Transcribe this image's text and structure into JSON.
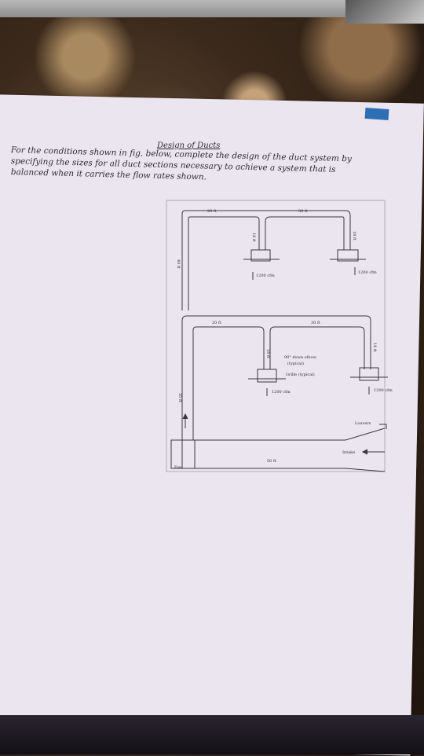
{
  "document": {
    "title": "Design of Ducts",
    "paragraph": [
      "For the conditions shown in fig. below, complete the design of the duct system by",
      "specifying the sizes for all duct sections necessary to achieve a system that is",
      "balanced when it carries the flow rates shown."
    ]
  },
  "diagram": {
    "upper_left_length": "20 ft",
    "upper_right_length": "30 ft",
    "upper_drop_left": "18 ft",
    "upper_drop_right": "18 ft",
    "riser_upper": "40 ft",
    "upper_left_flow": "1200 cfm",
    "upper_right_flow": "1200 cfm",
    "lower_left_length": "20 ft",
    "lower_right_length": "30 ft",
    "lower_drop_left": "18 ft",
    "lower_drop_right": "18 ft",
    "elbow_note_line1": "90° down elbow",
    "elbow_note_line2": "(typical)",
    "grille_note": "Grille (typical)",
    "lower_left_flow": "1200 cfm",
    "lower_right_flow": "1200 cfm",
    "riser_lower": "35 ft",
    "louvers": "Louvers",
    "intake": "Intake",
    "bottom_length": "50 ft",
    "fan": "Fan"
  }
}
